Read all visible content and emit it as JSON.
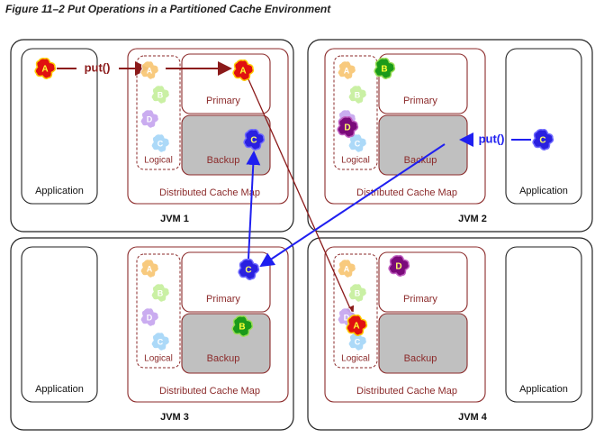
{
  "figure_title": "Figure 11–2   Put Operations in a Partitioned Cache Environment",
  "labels": {
    "primary": "Primary",
    "backup": "Backup",
    "logical": "Logical",
    "cache_map": "Distributed Cache Map",
    "application": "Application",
    "put": "put()"
  },
  "jvms": [
    {
      "name": "JVM 1",
      "primary": [
        "A"
      ],
      "backup": [
        "C"
      ]
    },
    {
      "name": "JVM 2",
      "primary": [
        "B"
      ],
      "backup": [
        "D"
      ]
    },
    {
      "name": "JVM 3",
      "primary": [
        "C"
      ],
      "backup": [
        "B"
      ]
    },
    {
      "name": "JVM 4",
      "primary": [
        "D"
      ],
      "backup": [
        "A"
      ]
    }
  ],
  "logical_entries": [
    "A",
    "B",
    "D",
    "C"
  ],
  "entry_colors": {
    "A": {
      "fill": "#e01010",
      "stroke": "#ffcc00",
      "text": "#ffff33"
    },
    "B": {
      "fill": "#1a9a1a",
      "stroke": "#99dd55",
      "text": "#ffff33"
    },
    "C": {
      "fill": "#2a20e0",
      "stroke": "#6f6aff",
      "text": "#ffff66"
    },
    "D": {
      "fill": "#7a0a7a",
      "stroke": "#c060c0",
      "text": "#ffff66"
    }
  },
  "logical_colors": {
    "A": "#f8c878",
    "B": "#c8f0a0",
    "C": "#a8d8f8",
    "D": "#c8a8f0"
  },
  "arrow_colors": {
    "jvm1_put": "#8b1a1a",
    "jvm2_put": "#1f1ff0"
  }
}
